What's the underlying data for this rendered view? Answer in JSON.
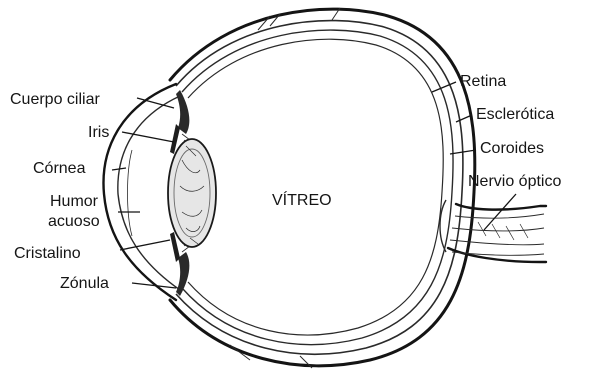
{
  "center_label": "VÍTREO",
  "labels": {
    "cuerpo_ciliar": "Cuerpo ciliar",
    "iris": "Iris",
    "cornea": "Córnea",
    "humor_line1": "Humor",
    "humor_line2": "acuoso",
    "cristalino": "Cristalino",
    "zonula": "Zónula",
    "retina": "Retina",
    "esclerotica": "Esclerótica",
    "coroides": "Coroides",
    "nervio_optico": "Nervio óptico"
  }
}
